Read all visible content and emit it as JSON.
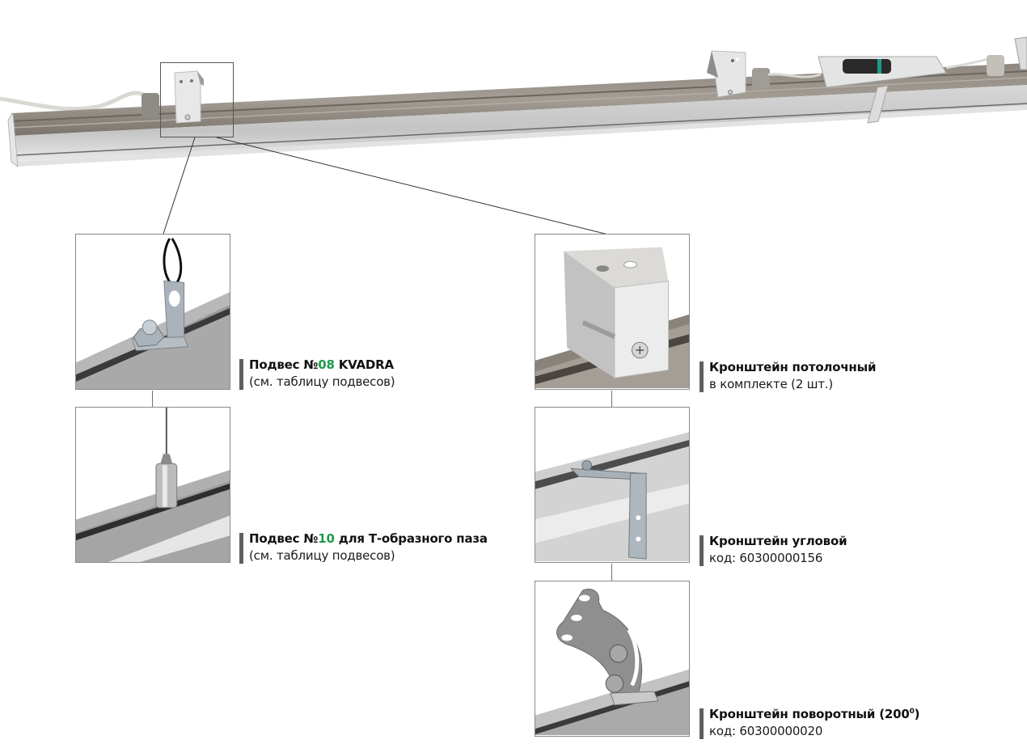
{
  "colors": {
    "accent_green": "#1e9a4a",
    "marker_bar": "#5f5f5f",
    "frame": "#8a8a8a",
    "profile_aluminium": "#b9b9b9",
    "profile_dark": "#7d7770"
  },
  "hero": {
    "name": "linear-luminaire-profile",
    "callout_box": "highlight-box"
  },
  "items": [
    {
      "id": "suspension-08",
      "title_prefix": "Подвес №",
      "title_number": "08",
      "title_suffix": " KVADRA",
      "subtitle": "(см. таблицу подвесов)"
    },
    {
      "id": "suspension-10",
      "title_prefix": "Подвес №",
      "title_number": "10",
      "title_suffix": " для Т-образного паза",
      "subtitle": " (см. таблицу подвесов)"
    },
    {
      "id": "ceiling-bracket",
      "title": "Кронштейн потолочный",
      "subtitle": "в комплекте (2 шт.)"
    },
    {
      "id": "corner-bracket",
      "title": "Кронштейн угловой",
      "subtitle": "код: 60300000156"
    },
    {
      "id": "swivel-bracket",
      "title_main": "Кронштейн поворотный (200",
      "title_sup": "0",
      "title_end": ")",
      "subtitle": "код: 60300000020"
    }
  ]
}
